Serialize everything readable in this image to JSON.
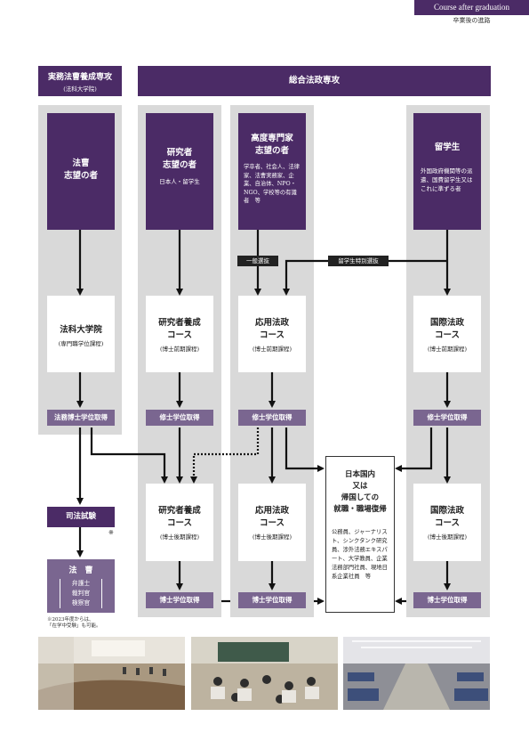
{
  "corner": {
    "title": "Course after graduation",
    "subtitle": "卒業後の進路"
  },
  "headers": {
    "left_title": "実務法曹養成専攻",
    "left_sub": "(法科大学院)",
    "right_title": "総合法政専攻"
  },
  "aspirants": {
    "legal": {
      "title": "法曹\n志望の者"
    },
    "researcher": {
      "title": "研究者\n志望の者",
      "note": "日本人・留学生"
    },
    "specialist": {
      "title": "高度専門家\n志望の者",
      "note": "学卒者、社会人、法律家、法曹実務家、企業、自治体、NPO・NGO、学校等の有識者　等"
    },
    "intl": {
      "title": "留学生",
      "note": "外国政府機関等の派遣、国費留学生又はこれに準ずる者"
    }
  },
  "selection": {
    "general": "一般選抜",
    "intl_special": "留学生特別選抜"
  },
  "courses": {
    "law_school": {
      "title": "法科大学院",
      "sub": "(専門職学位課程)"
    },
    "researcher_m": {
      "title": "研究者養成\nコース",
      "sub": "(博士前期課程)"
    },
    "applied_m": {
      "title": "応用法政\nコース",
      "sub": "(博士前期課程)"
    },
    "intl_m": {
      "title": "国際法政\nコース",
      "sub": "(博士前期課程)"
    },
    "researcher_d": {
      "title": "研究者養成\nコース",
      "sub": "(博士後期課程)"
    },
    "applied_d": {
      "title": "応用法政\nコース",
      "sub": "(博士後期課程)"
    },
    "intl_d": {
      "title": "国際法政\nコース",
      "sub": "(博士後期課程)"
    }
  },
  "degrees": {
    "jd": "法務博士学位取得",
    "master": "修士学位取得",
    "doctor": "博士学位取得"
  },
  "bar_exam": {
    "label": "司法試験",
    "mark": "※"
  },
  "legal_prof": {
    "title": "法　曹",
    "roles": [
      "弁護士",
      "裁判官",
      "検察官"
    ]
  },
  "footnote": "※2023年度からは、\n「在学中受験」も可能。",
  "outcome": {
    "title": "日本国内\n又は\n帰国しての\n就職・職場復帰",
    "note": "公務員、ジャーナリスト、シンクタンク研究員、渉外法務エキスパート、大学教員、企業法務部門社員、現地日系企業社員　等"
  },
  "photos": [
    "lecture-hall-photo",
    "seminar-room-photo",
    "study-carrels-photo"
  ],
  "colors": {
    "purple": "#4b2b66",
    "purple_light": "#7a6690",
    "gray": "#d9d9d9"
  }
}
